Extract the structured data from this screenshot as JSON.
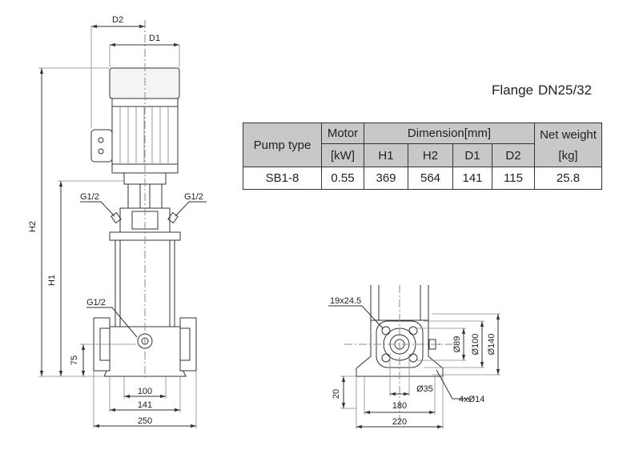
{
  "flange": {
    "label": "Flange",
    "size": "DN25/32"
  },
  "table": {
    "pump_type_label": "Pump type",
    "motor_label": "Motor",
    "motor_unit": "[kW]",
    "dimension_label": "Dimension[mm]",
    "net_weight_label": "Net weight",
    "net_weight_unit": "[kg]",
    "dim_cols": [
      "H1",
      "H2",
      "D1",
      "D2"
    ],
    "row": {
      "pump_type": "SB1-8",
      "motor": "0.55",
      "h1": "369",
      "h2": "564",
      "d1": "141",
      "d2": "115",
      "net_weight": "25.8"
    }
  },
  "drawing_labels": {
    "d2": "D2",
    "d1": "D1",
    "h2": "H2",
    "h1": "H1",
    "g_left": "G1/2",
    "g_right": "G1/2",
    "g_inlet": "G1/2",
    "dim_75": "75",
    "dim_100": "100",
    "dim_141": "141",
    "dim_250": "250",
    "slot": "19x24.5",
    "dia_89": "Ø89",
    "dia_100": "Ø100",
    "dia_140": "Ø140",
    "dim_20": "20",
    "dia_35": "Ø35",
    "holes": "4xØ14",
    "dim_180": "180",
    "dim_220": "220"
  }
}
